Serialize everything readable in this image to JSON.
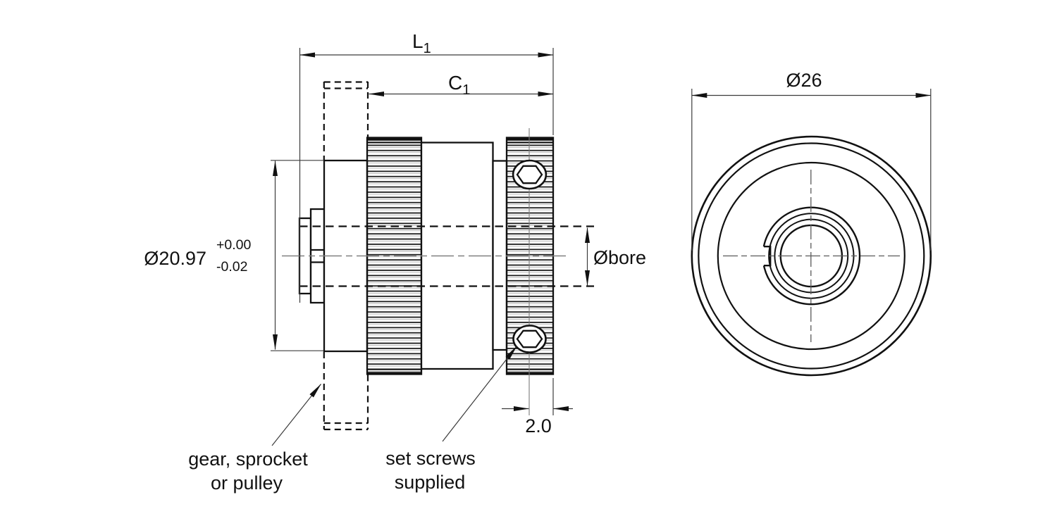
{
  "drawing": {
    "type": "engineering-drawing",
    "views": {
      "side": {
        "dim_overall_length": {
          "base": "L",
          "sub": "1"
        },
        "dim_hub_length": {
          "base": "C",
          "sub": "1"
        },
        "dim_body_diameter": {
          "value": "Ø20.97",
          "tol_upper": "+0.00",
          "tol_lower": "-0.02"
        },
        "dim_bore": {
          "label": "Øbore"
        },
        "dim_setscrew_offset": {
          "value": "2.0"
        },
        "note_gear": {
          "line1": "gear, sprocket",
          "line2": "or pulley"
        },
        "note_setscrews": {
          "line1": "set screws",
          "line2": "supplied"
        }
      },
      "front": {
        "dim_outer_diameter": {
          "value": "Ø26"
        }
      }
    },
    "colors": {
      "outline": "#111111",
      "dimension": "#3c3c3c",
      "centerline": "#808080",
      "background": "#ffffff"
    }
  }
}
